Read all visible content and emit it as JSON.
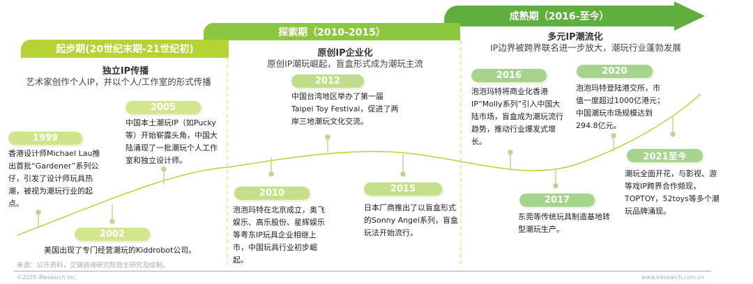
{
  "phases": [
    {
      "title": "起步期(20世纪末期-21世纪初)",
      "subtitle": "独立IP传播",
      "desc": "艺术家创作个人IP，并以个人/工作室的形式传播"
    },
    {
      "title": "探索期（2010-2015）",
      "subtitle": "原创IP企业化",
      "desc": "原创IP潮玩崛起，盲盒形式成为潮玩主流"
    },
    {
      "title": "成熟期（2016-至今）",
      "subtitle": "多元IP潮流化",
      "desc": "IP边界被跨界联名进一步放大，潮玩行业蓬勃发展"
    }
  ],
  "events": [
    {
      "year": "1999",
      "text": "香港设计师Michael Lau推出首批“Gardener”系列公仔，引发了设计师玩具热潮，被视为潮玩行业的起点。"
    },
    {
      "year": "2002",
      "text": "美国出现了专门经营潮玩的Kiddrobot公司。"
    },
    {
      "year": "2005",
      "text": "中国本土潮玩IP（如Pucky等）开始崭露头角，中国大陆涌现了一批潮玩个人工作室和独立设计师。"
    },
    {
      "year": "2010",
      "text": "泡泡玛特在北京成立，奥飞娱乐、高乐股份、星辉娱乐等粤东IP玩具企业相继上市，中国玩具行业初步崛起。"
    },
    {
      "year": "2012",
      "text": "中国台湾地区举办了第一届Taipei Toy Festival，促进了两岸三地潮玩文化交流。"
    },
    {
      "year": "2015",
      "text": "日本厂商推出了以盲盒形式的Sonny Angel系列，盲盒玩法开始流行。"
    },
    {
      "year": "2016",
      "text": "泡泡玛特将商业化香港IP“Molly系列”引入中国大陆市场，盲盒成为潮玩流行趋势，推动行业爆发式增长。"
    },
    {
      "year": "2017",
      "text": "东莞等传统玩具制造基地转型潮玩生产。"
    },
    {
      "year": "2020",
      "text": "泡泡玛特登陆港交所，市值一度超过1000亿港元；中国潮玩市场规模达到294.8亿元。"
    },
    {
      "year": "2021至今",
      "text": "潮玩全面开花，与影视、游等戏IP跨界合作频现，TOPTOY，52toys等多个潮玩品牌涌现。"
    }
  ],
  "footer": {
    "source": "来源：公开资料，艾瑞咨询研究院自主研究及绘制。",
    "copyright": "©2025 iResearch Inc.",
    "website": "www.iresearch.com.cn"
  },
  "colors": {
    "phase1": "#b5d334",
    "phase2": "#8dc63f",
    "phase3": "#5fae3e",
    "curve": "#b5d334"
  }
}
